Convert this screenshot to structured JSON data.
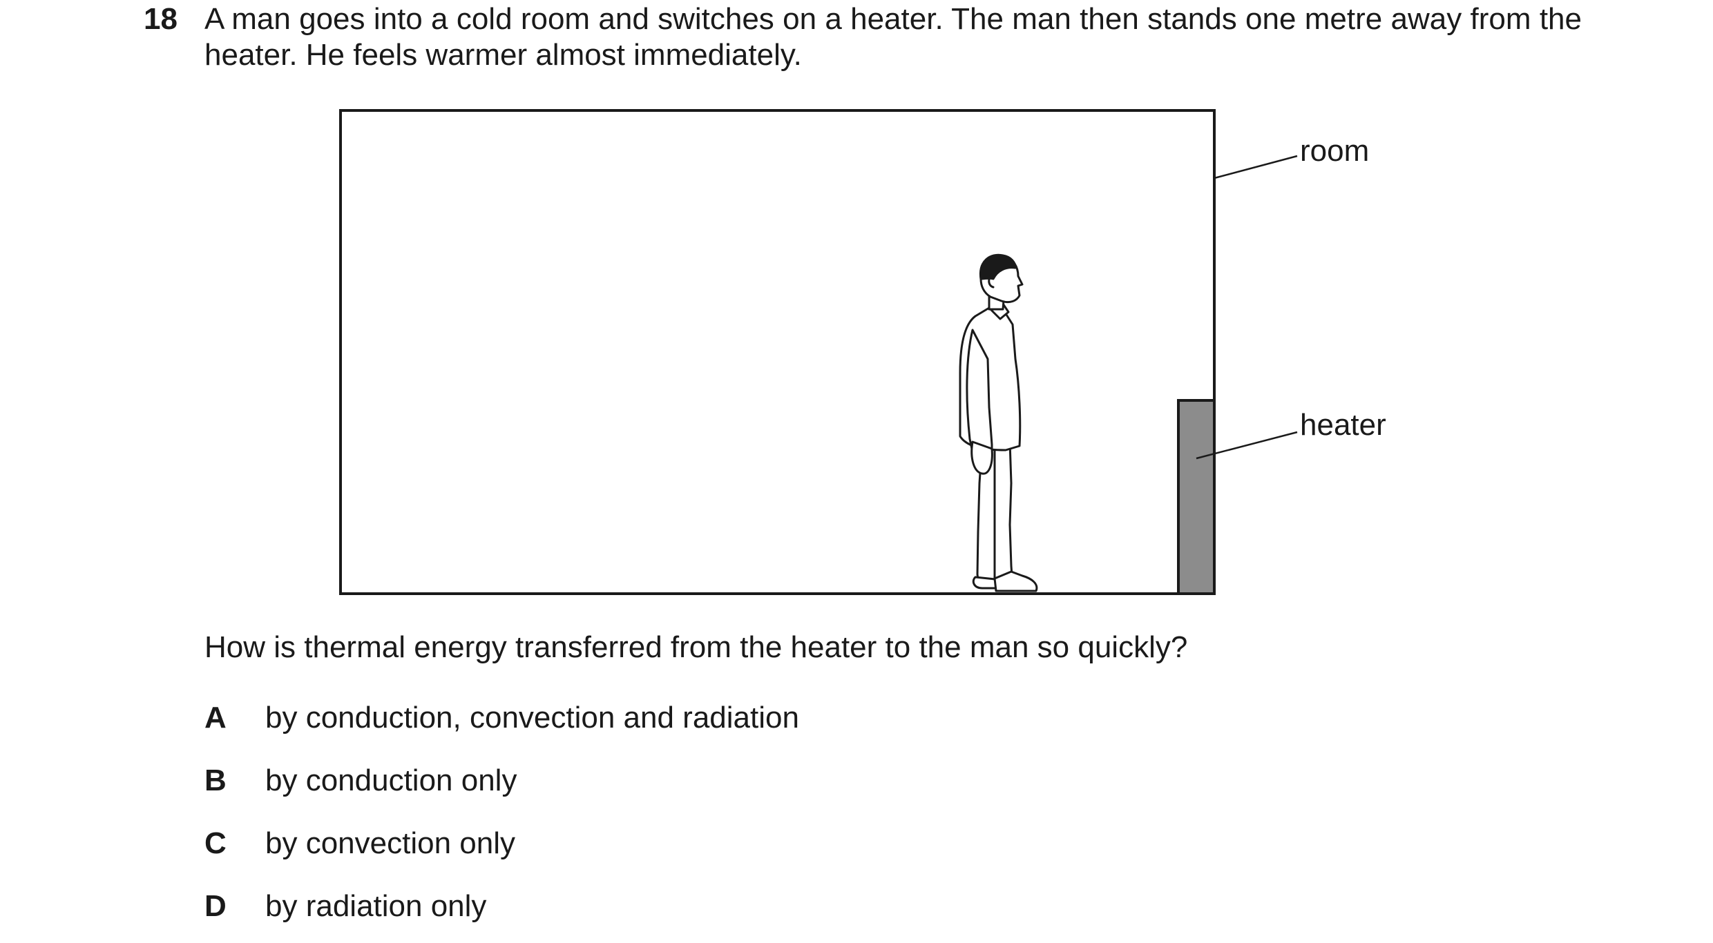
{
  "question": {
    "number": "18",
    "stem": "A man goes into a cold room and switches on a heater. The man then stands one metre away from the heater. He feels warmer almost immediately.",
    "prompt": "How is thermal energy transferred from the heater to the man so quickly?",
    "options": [
      {
        "letter": "A",
        "text": "by conduction, convection and radiation"
      },
      {
        "letter": "B",
        "text": "by conduction only"
      },
      {
        "letter": "C",
        "text": "by convection only"
      },
      {
        "letter": "D",
        "text": "by radiation only"
      }
    ]
  },
  "diagram": {
    "labels": {
      "room": "room",
      "heater": "heater"
    },
    "colors": {
      "outline": "#1a1a1a",
      "heater_fill": "#8c8c8c",
      "background": "#ffffff"
    }
  }
}
